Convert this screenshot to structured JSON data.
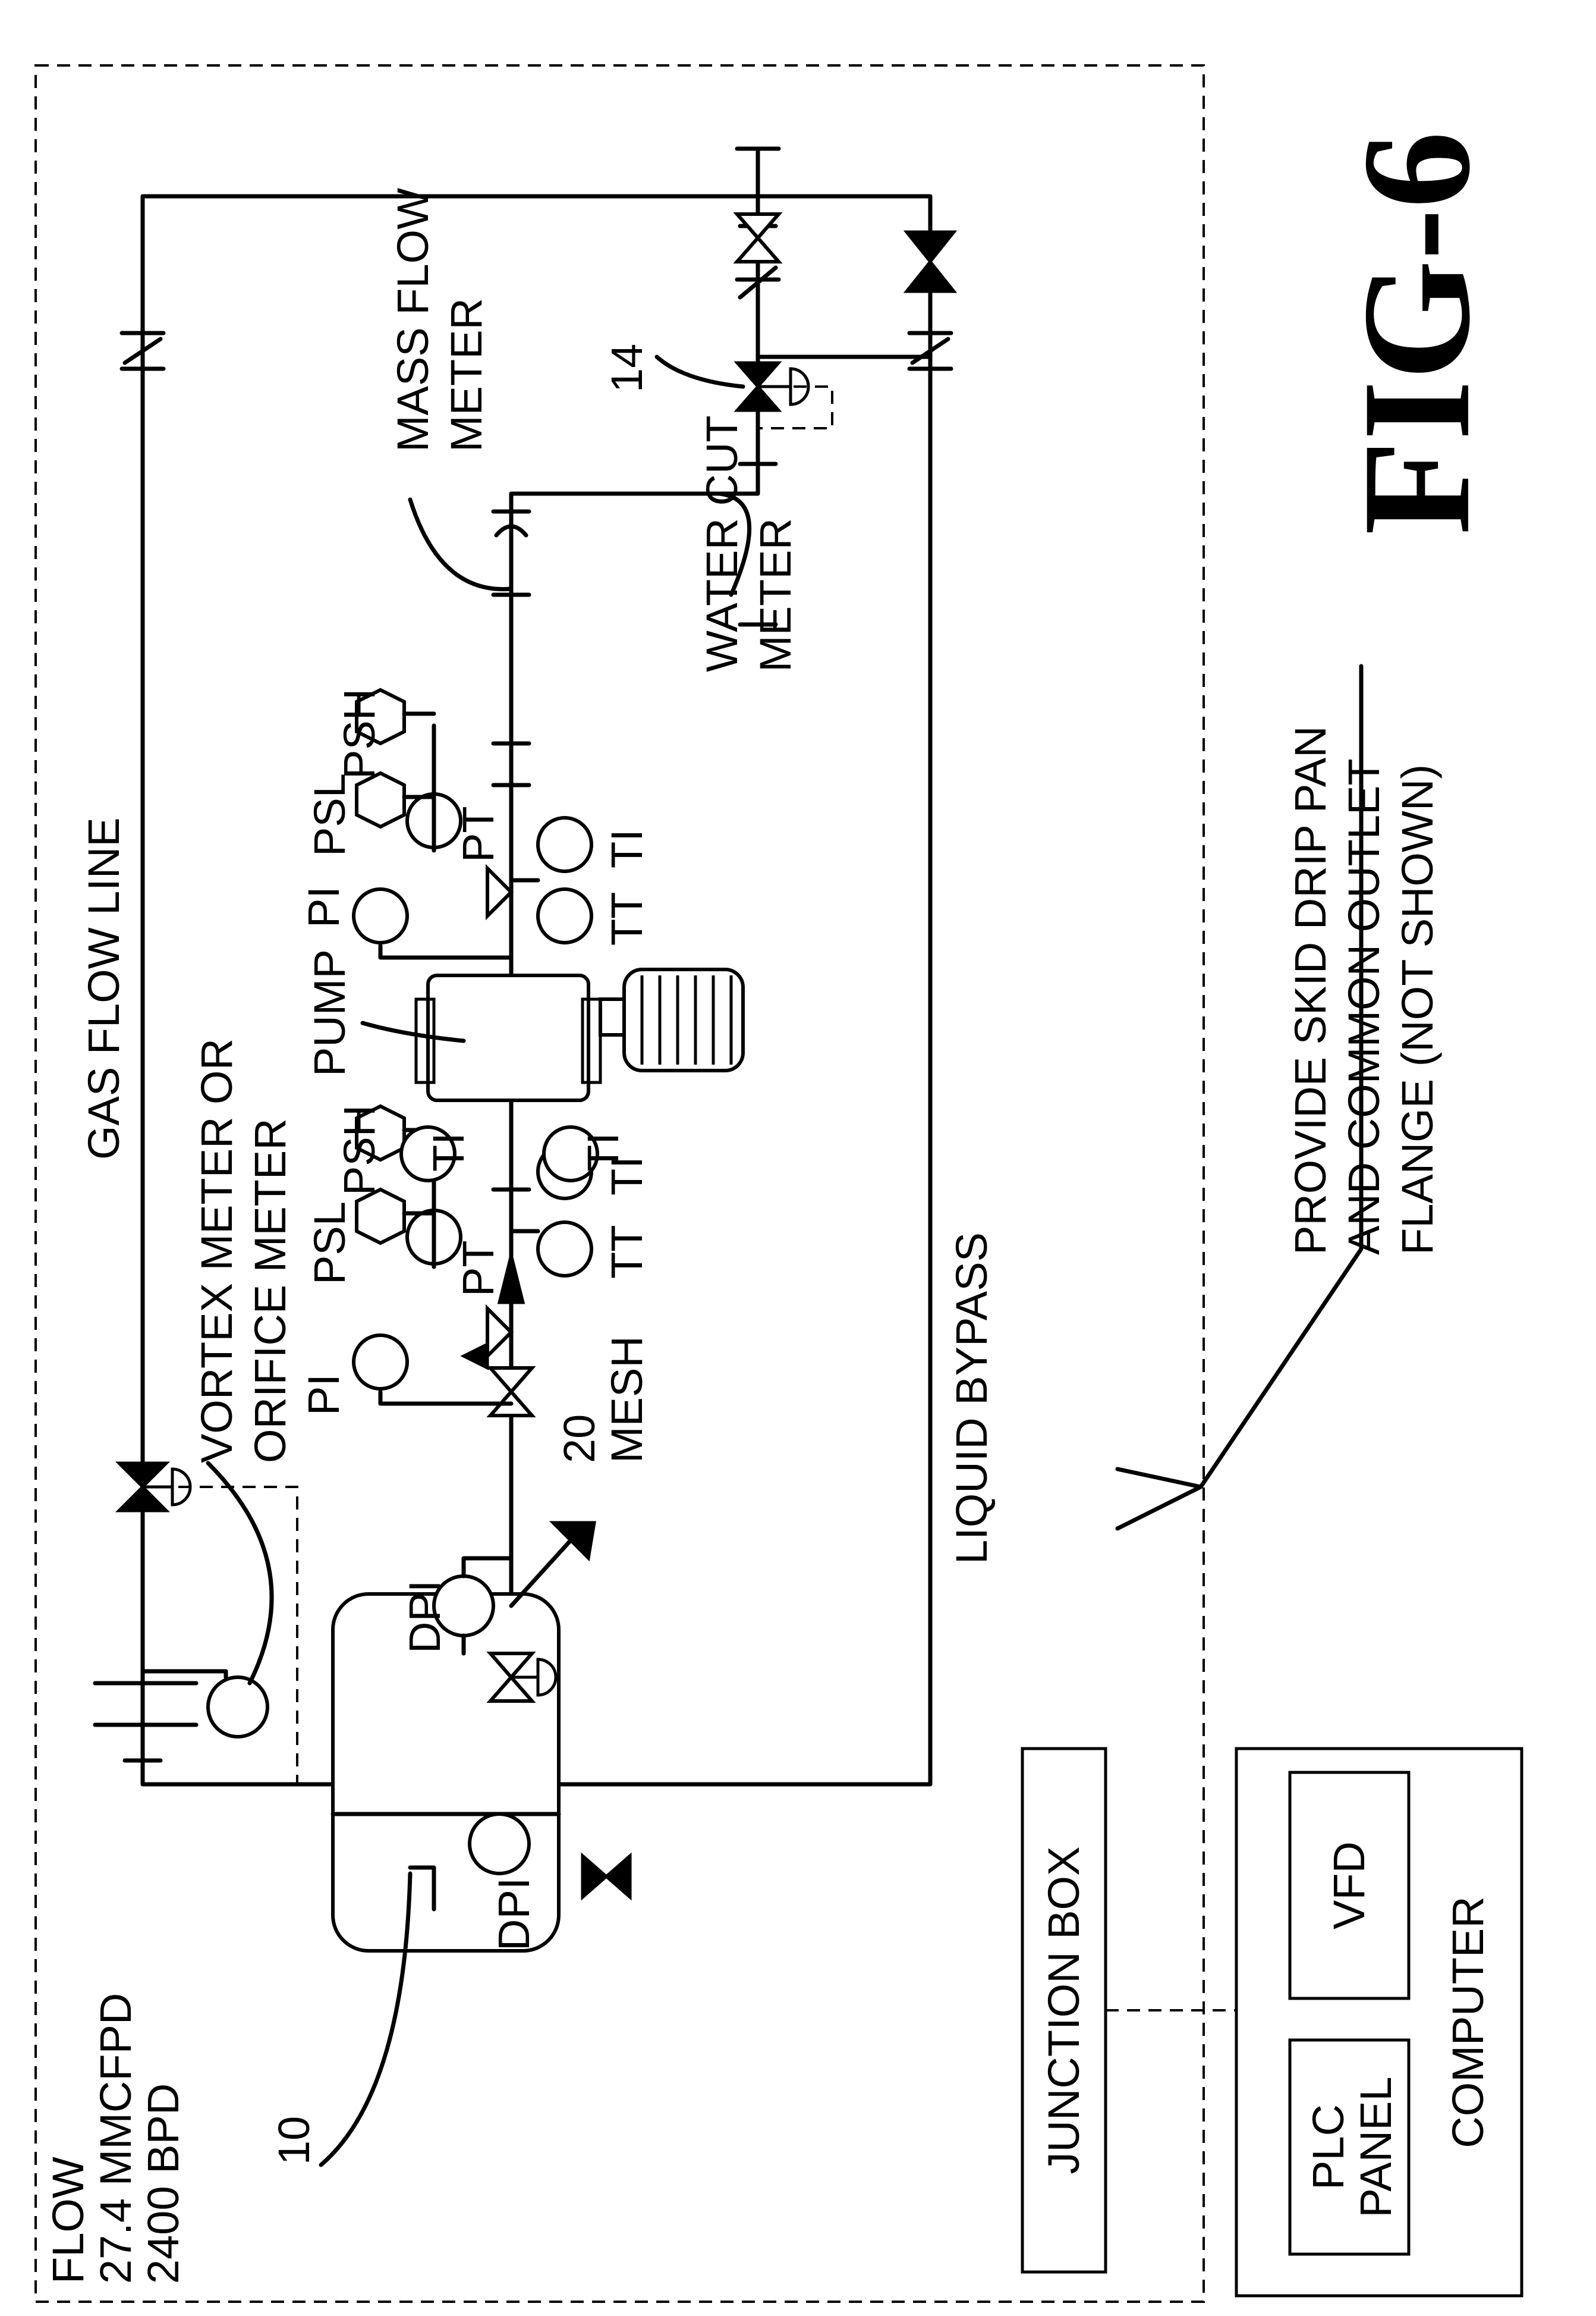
{
  "figure": {
    "title": "FIG-6",
    "flow": {
      "label": "FLOW",
      "gas_rate": "27.4 MMCFPD",
      "liquid_rate": "2400 BPD"
    },
    "lines": {
      "gas": "GAS FLOW LINE",
      "bypass": "LIQUID BYPASS"
    },
    "refs": {
      "separator": "10",
      "control_valve": "14"
    },
    "meters": {
      "vortex": [
        "VORTEX METER OR",
        "ORIFICE METER"
      ],
      "mass": [
        "MASS FLOW",
        "METER"
      ],
      "water_cut": [
        "WATER CUT",
        "METER"
      ]
    },
    "strainer": [
      "20",
      "MESH"
    ],
    "pump": "PUMP",
    "instruments": {
      "dpi": "DPI",
      "pi": "PI",
      "pt": "PT",
      "psl": "PSL",
      "psh": "PSH",
      "tt": "TT",
      "ti": "TI"
    },
    "junction_box": "JUNCTION BOX",
    "control_box": {
      "plc": [
        "PLC",
        "PANEL"
      ],
      "vfd": "VFD",
      "computer": "COMPUTER"
    },
    "note": [
      "PROVIDE SKID DRIP PAN",
      "AND COMMON OUTLET",
      "FLANGE (NOT SHOWN)"
    ]
  }
}
